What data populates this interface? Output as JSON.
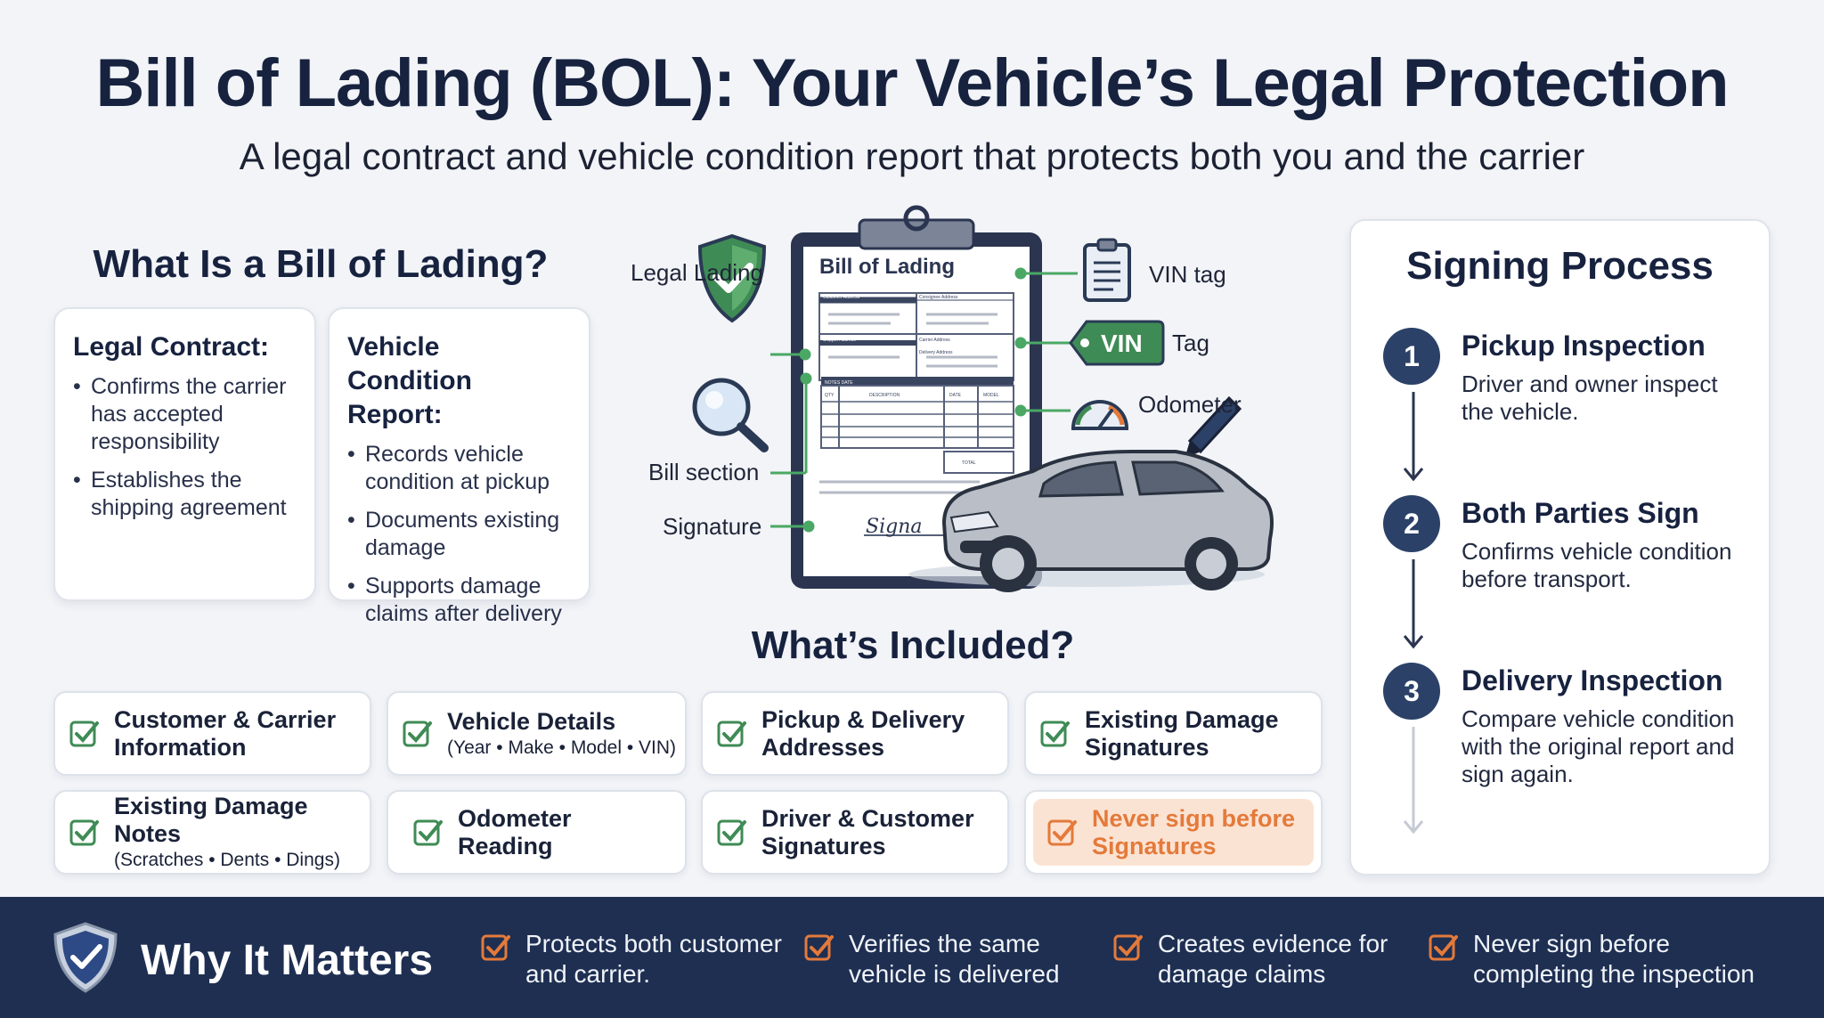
{
  "header": {
    "title": "Bill of Lading (BOL): Your Vehicle’s Legal Protection",
    "subtitle": "A legal contract and vehicle condition report that protects both you and the carrier"
  },
  "what_is": {
    "heading": "What Is a Bill of Lading?",
    "cards": [
      {
        "title": "Legal Contract:",
        "bullets": [
          "Confirms the carrier has accepted responsibility",
          "Establishes the shipping agreement"
        ]
      },
      {
        "title": "Vehicle Condition Report:",
        "bullets": [
          "Records vehicle condition at pickup",
          "Documents existing damage",
          "Supports damage claims after delivery"
        ]
      }
    ]
  },
  "illustration": {
    "document_title": "Bill of Lading",
    "form_labels": [
      "Customer Address",
      "Consignee Address",
      "Shipper Address",
      "Carrier Address",
      "Delivery Address",
      "NOTES DATE",
      "QTY",
      "DESCRIPTION",
      "DATE",
      "MODEL",
      "TOTAL"
    ],
    "signature_text": "Signa",
    "vin_badge": "VIN",
    "callouts": {
      "legal_lading": "Legal Lading",
      "bill_section": "Bill section",
      "signature": "Signature",
      "vin_tag": "VIN tag",
      "tag": "Tag",
      "odometer": "Odometer"
    },
    "icons": [
      "shield-check-icon",
      "magnifier-icon",
      "clipboard-icon",
      "vin-tag-icon",
      "odometer-icon",
      "pen-icon",
      "car-icon"
    ],
    "colors": {
      "shield": "#3f8b55",
      "connector": "#4aa864",
      "vin_tag": "#3f8b55"
    }
  },
  "included": {
    "heading": "What’s Included?",
    "items": [
      {
        "label": "Customer & Carrier Information",
        "sub": ""
      },
      {
        "label": "Vehicle Details",
        "sub": "(Year • Make • Model • VIN)"
      },
      {
        "label": "Pickup & Delivery Addresses",
        "sub": ""
      },
      {
        "label": "Existing Damage Signatures",
        "sub": ""
      },
      {
        "label": "Existing Damage Notes",
        "sub": "(Scratches • Dents • Dings)"
      },
      {
        "label": "Odometer Reading",
        "sub": ""
      },
      {
        "label": "Driver & Customer Signatures",
        "sub": ""
      },
      {
        "label": "Never sign before Signatures",
        "sub": "",
        "warning": true
      }
    ]
  },
  "signing": {
    "heading": "Signing Process",
    "steps": [
      {
        "number": "1",
        "title": "Pickup Inspection",
        "desc": "Driver and owner inspect the vehicle."
      },
      {
        "number": "2",
        "title": "Both Parties Sign",
        "desc": "Confirms vehicle condition before transport."
      },
      {
        "number": "3",
        "title": "Delivery Inspection",
        "desc": "Compare vehicle condition with the original report and sign again."
      }
    ]
  },
  "footer": {
    "title": "Why It Matters",
    "items": [
      "Protects both customer and carrier.",
      "Verifies the same vehicle is delivered",
      "Creates evidence for damage claims",
      "Never sign before completing the inspection"
    ]
  },
  "colors": {
    "navy": "#1e2f52",
    "heading": "#17223f",
    "check_green": "#3f8b55",
    "accent_orange": "#e47a3a",
    "step_circle": "#2b4168"
  }
}
